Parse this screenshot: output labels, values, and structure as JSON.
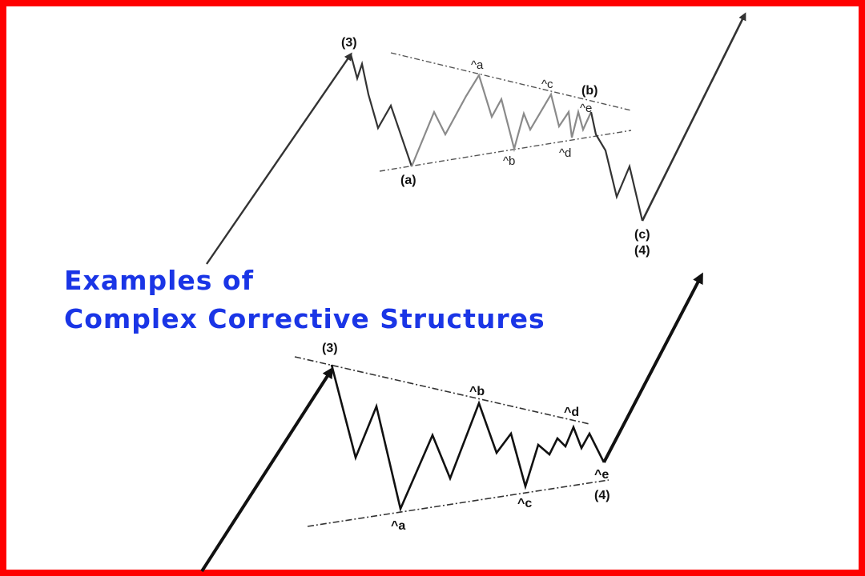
{
  "title": {
    "line1": "Examples of",
    "line2": "Complex Corrective Structures",
    "color": "#1a35e6"
  },
  "border_color": "#ff0000",
  "top_diagram": {
    "labels": {
      "wave3": "(3)",
      "wave_a": "(a)",
      "wave_b": "(b)",
      "wave_c": "(c)",
      "wave4": "(4)",
      "sub_a": "^a",
      "sub_b": "^b",
      "sub_c": "^c",
      "sub_d": "^d",
      "sub_e": "^e"
    }
  },
  "bottom_diagram": {
    "labels": {
      "wave3": "(3)",
      "sub_a": "^a",
      "sub_b": "^b",
      "sub_c": "^c",
      "sub_d": "^d",
      "sub_e": "^e",
      "wave4": "(4)"
    }
  }
}
